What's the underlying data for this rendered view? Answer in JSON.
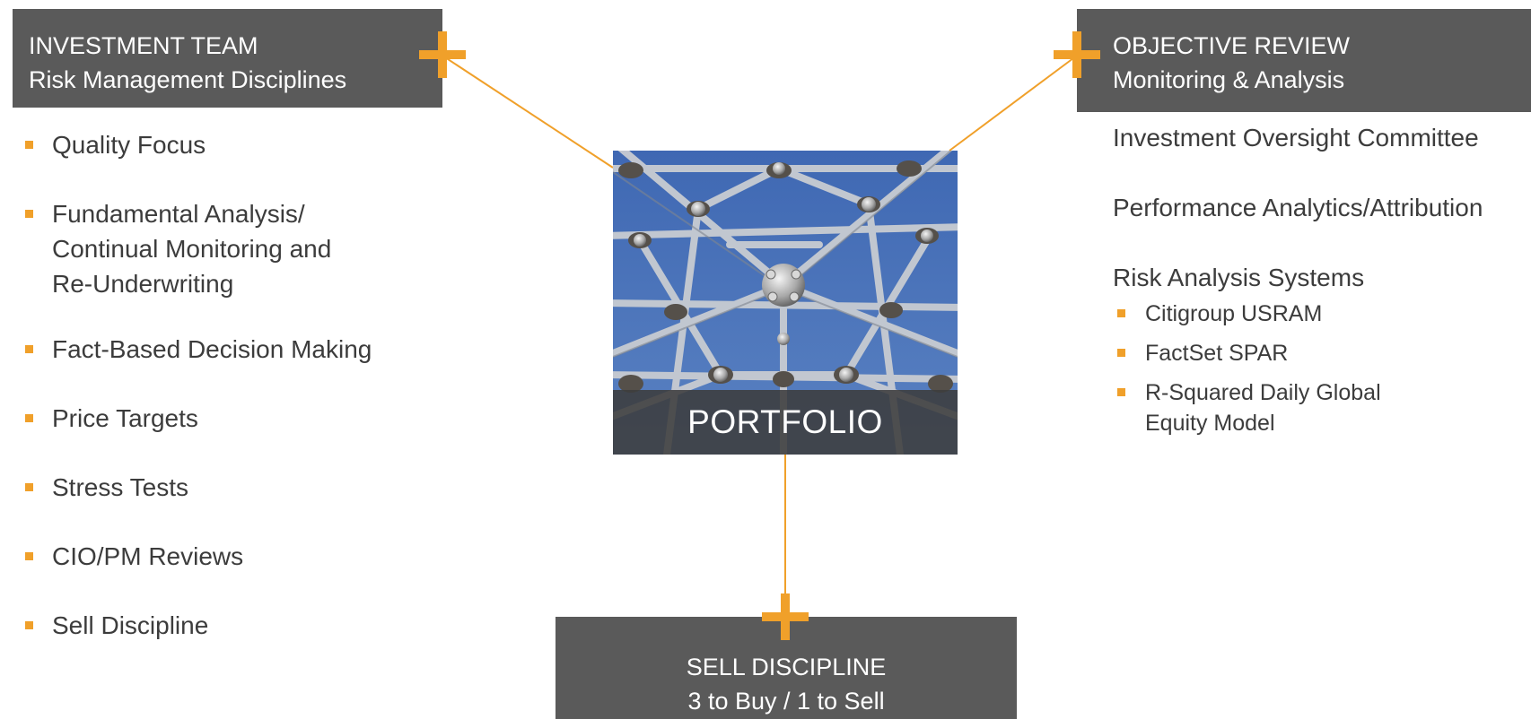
{
  "investment_team": {
    "title": "INVESTMENT TEAM",
    "subtitle": "Risk Management Disciplines",
    "items": [
      "Quality Focus",
      "Fundamental Analysis/",
      "Continual Monitoring and",
      "Re-Underwriting",
      "Fact-Based Decision Making",
      "Price Targets",
      "Stress Tests",
      "CIO/PM Reviews",
      "Sell Discipline"
    ]
  },
  "objective_review": {
    "title": "OBJECTIVE REVIEW",
    "subtitle": "Monitoring & Analysis",
    "items": [
      "Investment Oversight Committee",
      "Performance Analytics/Attribution",
      "Risk Analysis Systems"
    ],
    "systems": [
      "Citigroup USRAM",
      "FactSet SPAR",
      "R-Squared Daily Global",
      "Equity Model"
    ]
  },
  "center": {
    "label": "PORTFOLIO"
  },
  "sell_discipline": {
    "title": "SELL DISCIPLINE",
    "subtitle": "3 to Buy / 1 to Sell"
  },
  "colors": {
    "accent": "#f0a02a",
    "box": "#5a5a5a",
    "text": "#3c3c3c",
    "sky": "#4a72b8"
  },
  "icons": [
    "plus-icon",
    "bullet-square-icon",
    "geodesic-dome-image"
  ]
}
